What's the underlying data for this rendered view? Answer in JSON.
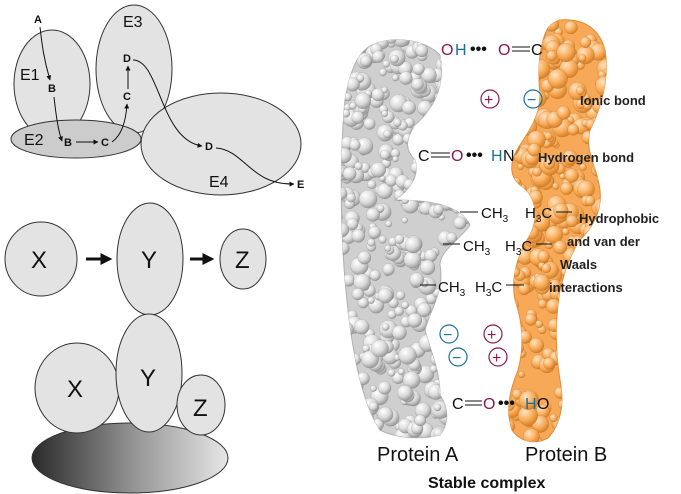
{
  "enzyme_pathway": {
    "enzymes": [
      "E1",
      "E2",
      "E3",
      "E4"
    ],
    "substrates": {
      "A": "A",
      "B1": "B",
      "B2": "B",
      "C1": "C",
      "C2": "C",
      "D1": "D",
      "D2": "D",
      "E": "E"
    }
  },
  "linear_sequence": {
    "x": "X",
    "y": "Y",
    "z": "Z"
  },
  "scaffold_complex": {
    "x": "X",
    "y": "Y",
    "z": "Z"
  },
  "protein_complex": {
    "protein_a": "Protein A",
    "protein_b": "Protein B",
    "caption": "Stable complex",
    "bond_labels": {
      "ionic": "Ionic bond",
      "hydrogen": "Hydrogen bond",
      "hydrophobic_1": "Hydrophobic",
      "hydrophobic_2": "and van der",
      "hydrophobic_3": "Waals",
      "hydrophobic_4": "interactions"
    },
    "groups": {
      "top_o": "O",
      "top_h": "H",
      "top_o_right": "O",
      "top_c_right": "C",
      "mid_c": "C",
      "mid_o": "O",
      "mid_h": "H",
      "mid_n": "N",
      "bot_c": "C",
      "bot_o": "O",
      "bot_h": "H",
      "bot_o_right": "O",
      "ch3": "CH",
      "ch3_sub": "3",
      "h3c": "H",
      "h3c_sub": "3",
      "h3c_c": "C"
    },
    "charge_symbols": {
      "plus": "+",
      "minus": "−"
    },
    "colors": {
      "protein_a": "#d4d4d4",
      "protein_b": "#f7a64e",
      "oxygen": "#8b1a4a",
      "hydrogen": "#1a6f9a",
      "plus": "#8b1a4a",
      "minus": "#1a6f9a"
    }
  }
}
